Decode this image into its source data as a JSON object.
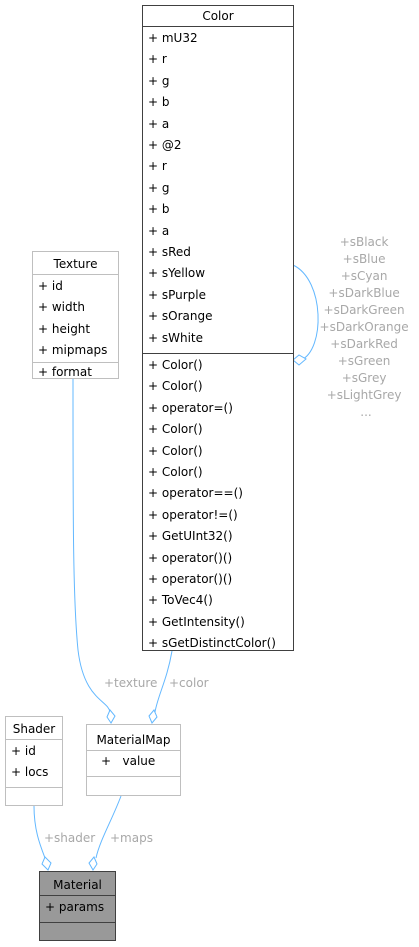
{
  "classes": {
    "color": {
      "title": "Color",
      "attributes": [
        "+ mU32",
        "+ r",
        "+ g",
        "+ b",
        "+ a",
        "+ @2",
        "+ r",
        "+ g",
        "+ b",
        "+ a",
        "+ sRed",
        "+ sYellow",
        "+ sPurple",
        "+ sOrange",
        "+ sWhite"
      ],
      "methods": [
        "+ Color()",
        "+ Color()",
        "+ operator=()",
        "+ Color()",
        "+ Color()",
        "+ Color()",
        "+ operator==()",
        "+ operator!=()",
        "+ GetUInt32()",
        "+ operator()()",
        "+ operator()()",
        "+ ToVec4()",
        "+ GetIntensity()",
        "+ sGetDistinctColor()"
      ]
    },
    "texture": {
      "title": "Texture",
      "attributes": [
        "+ id",
        "+ width",
        "+ height",
        "+ mipmaps",
        "+ format"
      ]
    },
    "shader": {
      "title": "Shader",
      "attributes": [
        "+ id",
        "+ locs"
      ]
    },
    "material_map": {
      "title": "MaterialMap",
      "attributes": [
        "+   value"
      ]
    },
    "material": {
      "title": "Material",
      "attributes": [
        "+ params"
      ]
    }
  },
  "edges": {
    "color_self": [
      "+sBlack",
      "+sBlue",
      "+sCyan",
      "+sDarkBlue",
      "+sDarkGreen",
      "+sDarkOrange",
      "+sDarkRed",
      "+sGreen",
      "+sGrey",
      "+sLightGrey",
      "..."
    ],
    "texture_to_materialmap": "+texture",
    "color_to_materialmap": "+color",
    "shader_to_material": "+shader",
    "materialmap_to_material": "+maps"
  },
  "colors": {
    "edge": "#63b8ff",
    "label": "#a8a8a8",
    "highlight_fill": "#999999"
  }
}
